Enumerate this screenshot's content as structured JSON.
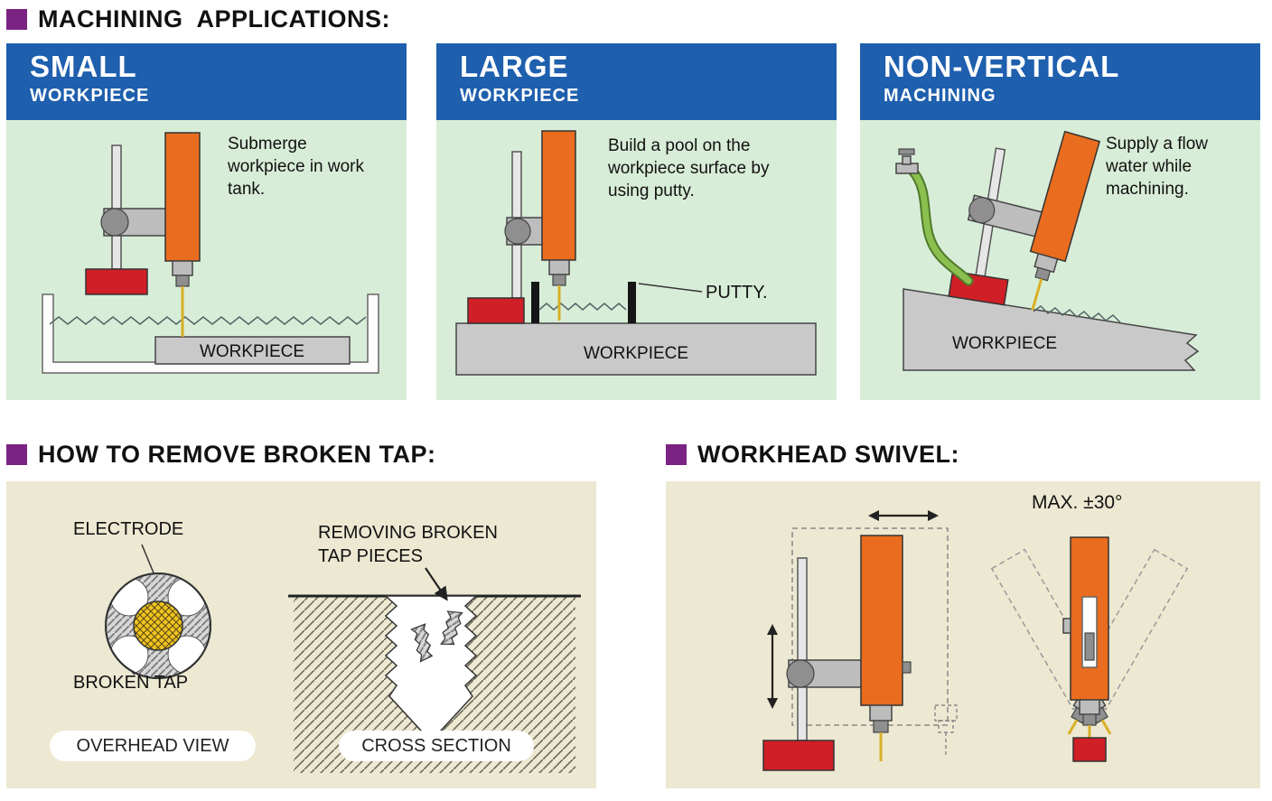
{
  "colors": {
    "accent_purple": "#7a2383",
    "header_blue": "#1e5fae",
    "panel_green": "#d8edd8",
    "panel_beige": "#ece8d2",
    "machine_orange": "#ea6c1e",
    "machine_red": "#d01f26",
    "electrode_yellow": "#d9af26"
  },
  "sections": {
    "machining": {
      "title": "MACHINING  APPLICATIONS:",
      "panels": [
        {
          "title": "SMALL",
          "subtitle": "WORKPIECE",
          "description": "Submerge workpiece in work tank.",
          "workpiece_label": "WORKPIECE"
        },
        {
          "title": "LARGE",
          "subtitle": "WORKPIECE",
          "description": "Build a pool on the workpiece surface by using putty.",
          "putty_label": "PUTTY.",
          "workpiece_label": "WORKPIECE"
        },
        {
          "title": "NON-VERTICAL",
          "subtitle": "MACHINING",
          "description": "Supply a flow water while machining.",
          "workpiece_label": "WORKPIECE"
        }
      ]
    },
    "broken_tap": {
      "title": "HOW TO REMOVE BROKEN TAP:",
      "electrode_label": "ELECTRODE",
      "broken_tap_label": "BROKEN TAP",
      "overhead_view_label": "OVERHEAD VIEW",
      "removing_label": "REMOVING BROKEN TAP PIECES",
      "cross_section_label": "CROSS SECTION"
    },
    "swivel": {
      "title": "WORKHEAD SWIVEL:",
      "max_label": "MAX. ±30°"
    }
  }
}
